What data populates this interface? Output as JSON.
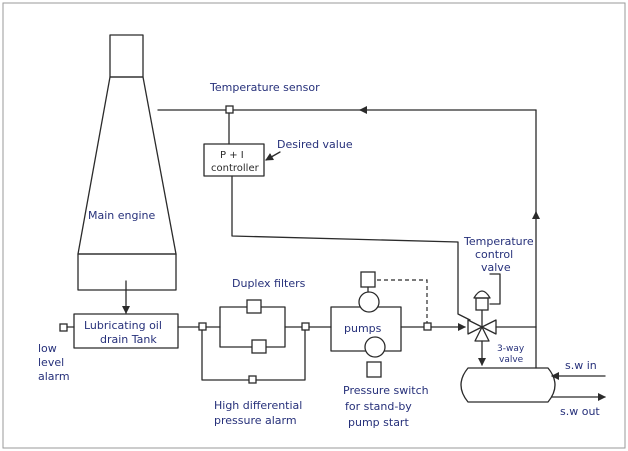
{
  "labels": {
    "temperature_sensor": "Temperature sensor",
    "controller_line1": "P + I",
    "controller_line2": "controller",
    "desired_value": "Desired value",
    "main_engine": "Main engine",
    "temp_control_valve_line1": "Temperature",
    "temp_control_valve_line2": "control",
    "temp_control_valve_line3": "valve",
    "duplex_filters": "Duplex filters",
    "tank_line1": "Lubricating oil",
    "tank_line2": "drain Tank",
    "pumps": "pumps",
    "three_way_valve_line1": "3-way",
    "three_way_valve_line2": "valve",
    "sw_in": "s.w in",
    "sw_out": "s.w out",
    "low_level_alarm_line1": "low",
    "low_level_alarm_line2": "level",
    "low_level_alarm_line3": "alarm",
    "hdpa_line1": "High differential",
    "hdpa_line2": "pressure alarm",
    "pressure_switch_line1": "Pressure switch",
    "pressure_switch_line2": "for stand-by",
    "pressure_switch_line3": "pump start"
  }
}
